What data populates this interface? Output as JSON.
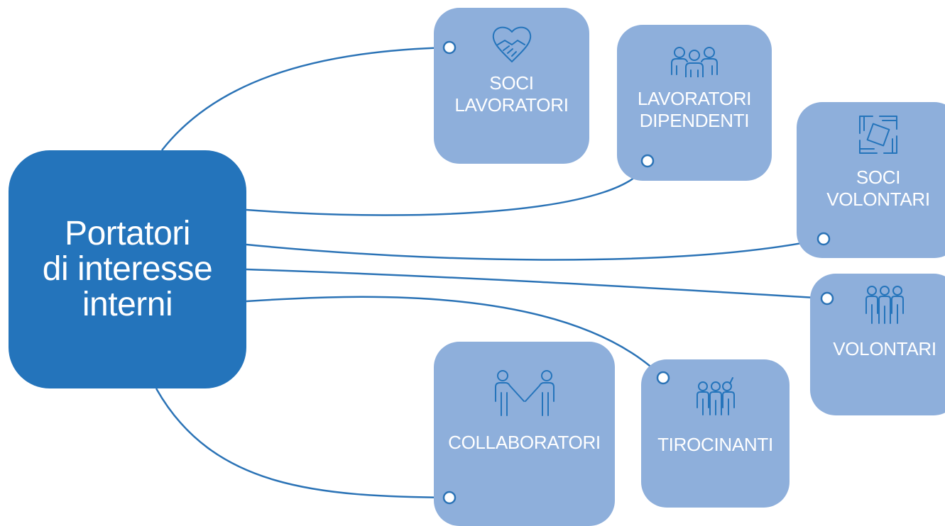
{
  "hub": {
    "lines": [
      "Portatori",
      "di interesse",
      "interni"
    ]
  },
  "nodes": {
    "soci_lavoratori": {
      "lines": [
        "SOCI",
        "LAVORATORI"
      ],
      "icon": "handshake-heart-icon"
    },
    "lavoratori_dipendenti": {
      "lines": [
        "LAVORATORI",
        "DIPENDENTI"
      ],
      "icon": "group-icon"
    },
    "soci_volontari": {
      "lines": [
        "SOCI",
        "VOLONTARI"
      ],
      "icon": "joined-hands-icon"
    },
    "volontari": {
      "lines": [
        "VOLONTARI"
      ],
      "icon": "three-people-icon"
    },
    "tirocinanti": {
      "lines": [
        "TIROCINANTI"
      ],
      "icon": "people-raised-hand-icon"
    },
    "collaboratori": {
      "lines": [
        "COLLABORATORI"
      ],
      "icon": "two-people-holding-hands-icon"
    }
  },
  "colors": {
    "hub": "#2474bb",
    "node": "#8eafdb",
    "line": "#2b73b6",
    "text": "#ffffff"
  }
}
